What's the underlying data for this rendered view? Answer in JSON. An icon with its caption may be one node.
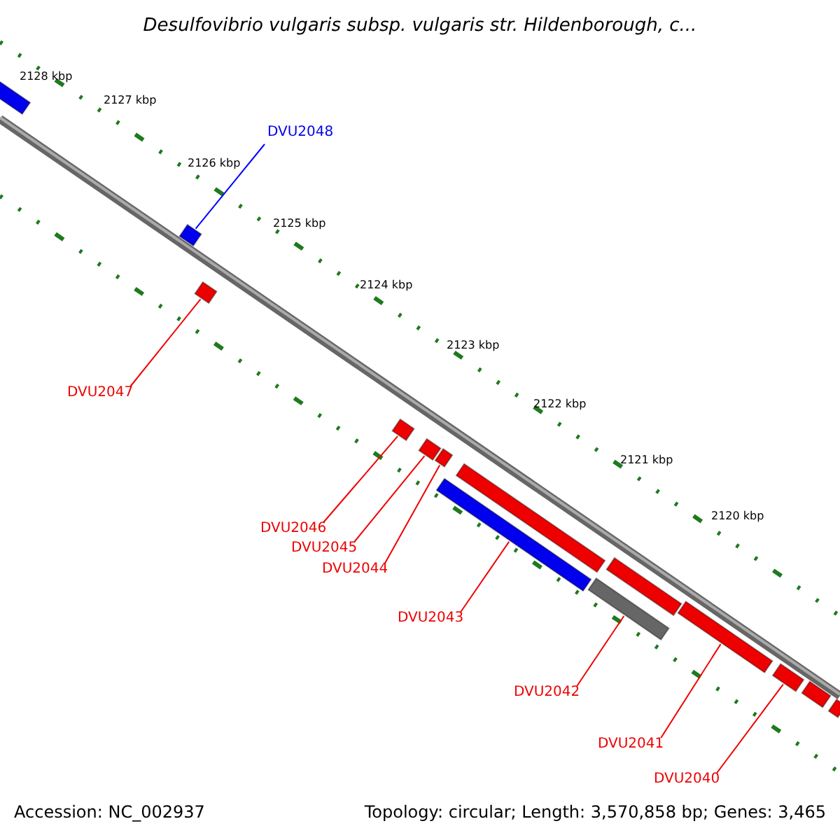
{
  "diagram": {
    "title": "Desulfovibrio vulgaris subsp. vulgaris str. Hildenborough, c...",
    "nodes": [
      {
        "text": [
          "DVU2048"
        ]
      },
      {
        "text": [],
        "shape": "bar"
      },
      {
        "text": [
          "DVU2047"
        ]
      },
      {
        "text": [],
        "shape": "bar"
      },
      {
        "text": [
          "DVU2046"
        ]
      },
      {
        "text": [],
        "shape": "bar"
      },
      {
        "text": [
          "DVU2045"
        ]
      },
      {
        "text": [],
        "shape": "bar"
      },
      {
        "text": [
          "DVU2044"
        ]
      },
      {
        "text": [],
        "shape": "bar"
      },
      {
        "text": [
          "DVU2043"
        ]
      },
      {
        "text": [],
        "shape": "bar"
      },
      {
        "text": [
          "DVU2042"
        ]
      },
      {
        "text": [],
        "shape": "bar"
      },
      {
        "text": [
          "DVU2041"
        ]
      },
      {
        "text": [],
        "shape": "bar"
      },
      {
        "text": [
          "DVU2040"
        ]
      },
      {
        "text": [],
        "shape": "bar"
      },
      {
        "text": [],
        "shape": "bar"
      },
      {
        "text": [],
        "shape": "bar"
      },
      {
        "text": [],
        "shape": "bar"
      },
      {
        "text": [],
        "shape": "bar"
      },
      {
        "text": [],
        "shape": "bar"
      }
    ],
    "edges": [
      {
        "from": 0,
        "to": 1,
        "arrow": "none",
        "color": "#0000ff"
      },
      {
        "from": 2,
        "to": 3,
        "arrow": "none"
      },
      {
        "from": 4,
        "to": 5,
        "arrow": "none"
      },
      {
        "from": 6,
        "to": 7,
        "arrow": "none"
      },
      {
        "from": 8,
        "to": 9,
        "arrow": "none"
      },
      {
        "from": 10,
        "to": 11,
        "arrow": "none"
      },
      {
        "from": 12,
        "to": 13,
        "arrow": "none"
      },
      {
        "from": 14,
        "to": 15,
        "arrow": "none"
      },
      {
        "from": 16,
        "to": 17,
        "arrow": "none"
      }
    ],
    "labels": [
      "2128 kbp",
      "2127 kbp",
      "2126 kbp",
      "2125 kbp",
      "2124 kbp",
      "2123 kbp",
      "2122 kbp",
      "2121 kbp",
      "2120 kbp",
      "Accession: NC_002937",
      "Topology: circular; Length: 3,570,858 bp; Genes: 3,465"
    ]
  }
}
